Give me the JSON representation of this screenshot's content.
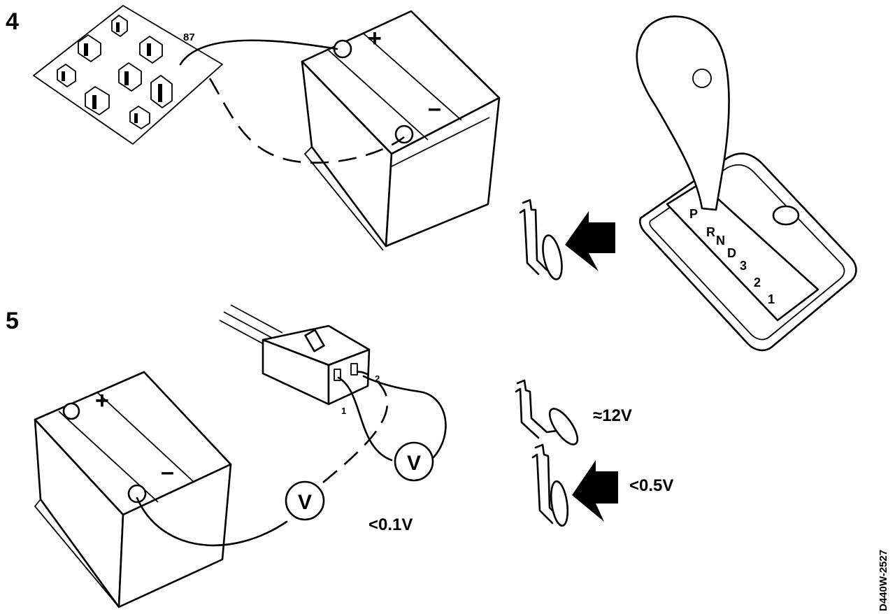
{
  "steps": [
    {
      "number": "4"
    },
    {
      "number": "5"
    }
  ],
  "relay_panel": {
    "socket_label": "87"
  },
  "battery_top": {
    "positive": "+",
    "negative": "–"
  },
  "battery_bottom": {
    "positive": "+",
    "negative": "–"
  },
  "gear_selector": {
    "positions": [
      "P",
      "R",
      "N",
      "D",
      "3",
      "2",
      "1"
    ]
  },
  "connector": {
    "pin1": "1",
    "pin2": "2"
  },
  "voltmeters": [
    {
      "symbol": "V"
    },
    {
      "symbol": "V"
    }
  ],
  "readings": {
    "ground": "<0.1V",
    "switch_released": "≈12V",
    "switch_pressed": "<0.5V"
  },
  "figure_code": "D440W-2527"
}
